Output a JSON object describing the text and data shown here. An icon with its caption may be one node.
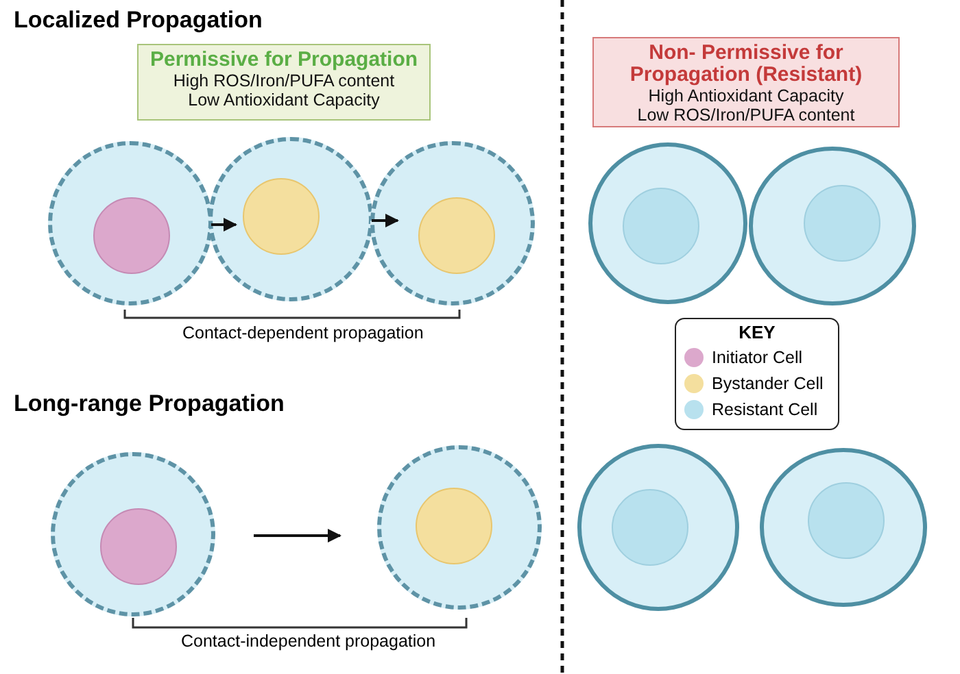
{
  "diagram": {
    "nodes": [
      {
        "text": [
          "Permissive for Propagation",
          "High ROS/Iron/PUFA content",
          "Low Antioxidant Capacity"
        ]
      },
      {
        "text": [
          "Non- Permissive for Propagation (Resistant)",
          "High Antioxidant Capacity",
          "Low ROS/Iron/PUFA content"
        ]
      },
      {
        "text": [],
        "shape": "circle"
      },
      {
        "text": [],
        "shape": "circle",
        "in": 2
      },
      {
        "text": [],
        "shape": "circle"
      },
      {
        "text": [],
        "shape": "circle",
        "in": 4
      },
      {
        "text": [],
        "shape": "circle"
      },
      {
        "text": [],
        "shape": "circle",
        "in": 6
      },
      {
        "text": [],
        "shape": "circle"
      },
      {
        "text": [],
        "shape": "circle",
        "in": 8
      },
      {
        "text": [],
        "shape": "circle"
      },
      {
        "text": [],
        "shape": "circle",
        "in": 10
      },
      {
        "text": [],
        "shape": "circle"
      },
      {
        "text": [],
        "shape": "circle",
        "in": 12
      },
      {
        "text": [],
        "shape": "circle"
      },
      {
        "text": [],
        "shape": "circle",
        "in": 14
      },
      {
        "text": [],
        "shape": "circle"
      },
      {
        "text": [],
        "shape": "circle",
        "in": 16
      },
      {
        "text": [],
        "shape": "circle"
      },
      {
        "text": [],
        "shape": "circle",
        "in": 18
      }
    ],
    "edges": [
      {
        "from": 2,
        "to": 4,
        "arrow": "to"
      },
      {
        "from": 4,
        "to": 6,
        "arrow": "to"
      },
      {
        "from": 8,
        "to": 10,
        "arrow": "to"
      }
    ],
    "labels": [
      "Localized Propagation",
      "Contact-dependent propagation",
      "Long-range Propagation",
      "Contact-independent propagation",
      "KEY"
    ],
    "legend": [
      {
        "text": "Initiator Cell",
        "color": "#dca8cc"
      },
      {
        "text": "Bystander Cell",
        "color": "#f4df9e"
      },
      {
        "text": "Resistant Cell",
        "color": "#b8e1ee"
      }
    ]
  }
}
